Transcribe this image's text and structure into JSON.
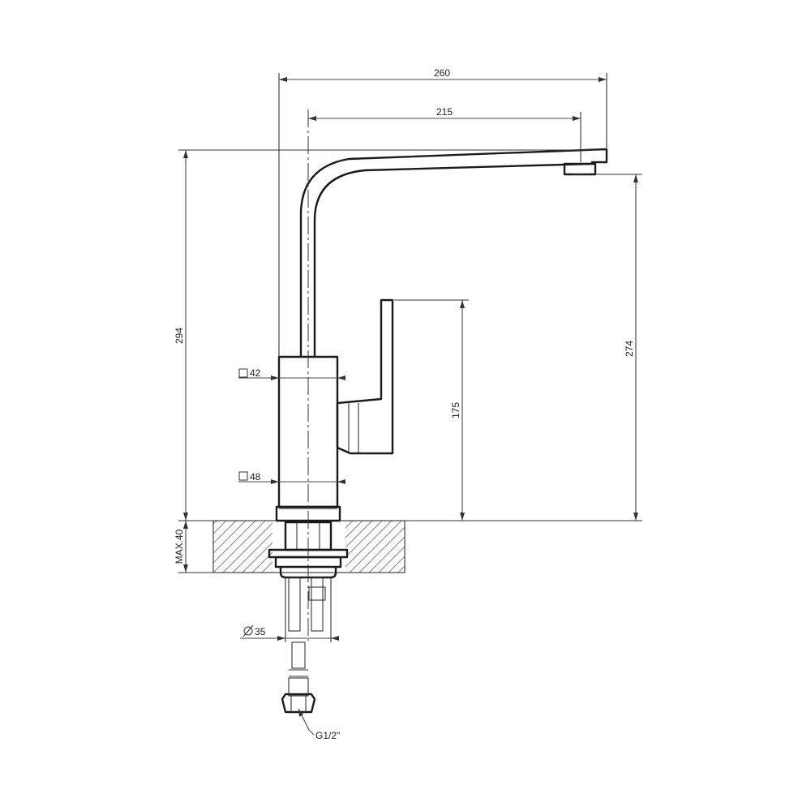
{
  "dimensions": {
    "total_reach": "260",
    "spout_reach": "215",
    "total_height": "294",
    "outlet_height": "274",
    "lever_height": "175",
    "body_square_top": "42",
    "body_square_bottom": "48",
    "max_counter_thickness": "MAX.40",
    "hole_diameter": "35",
    "connection_thread": "G1/2\""
  }
}
